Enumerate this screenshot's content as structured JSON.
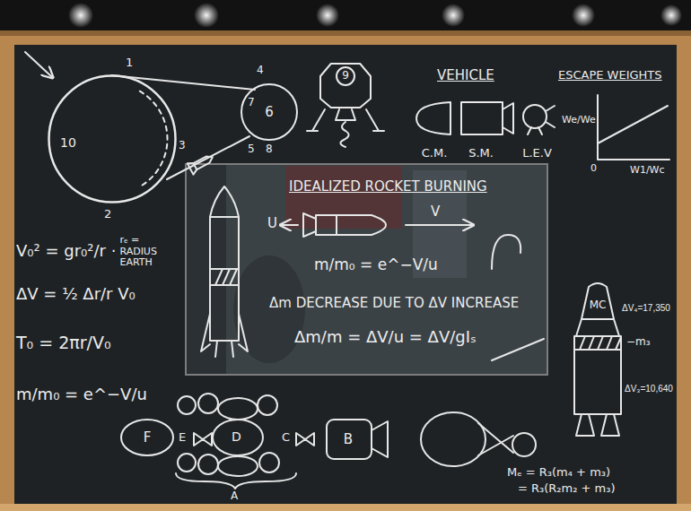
{
  "diagram": {
    "nodes": [
      {
        "text": [
          "10"
        ]
      },
      {
        "text": [
          "6"
        ]
      },
      {
        "text": [
          "9"
        ]
      },
      {
        "text": [
          "C.M."
        ]
      },
      {
        "text": [
          "S.M."
        ]
      },
      {
        "text": [
          "L.E.V"
        ]
      },
      {
        "text": [
          "MC"
        ]
      },
      {
        "text": [
          "F"
        ]
      },
      {
        "text": [
          "B"
        ]
      }
    ],
    "labels": [
      "1",
      "2",
      "3",
      "4",
      "7",
      "5",
      "8",
      "VEHICLE",
      "ESCAPE WEIGHTS",
      "We/We",
      "0",
      "W1/Wc",
      "IDEALIZED ROCKET BURNING",
      "U",
      "V",
      "m/m₀ = e^−V/u",
      "Δm DECREASE DUE TO ΔV INCREASE",
      "Δm/m = ΔV/u = ΔV/gIₛ",
      "V₀² = gr₀²/r ·",
      "rₑ = RADIUS EARTH",
      "ΔV = ½ Δr/r V₀",
      "T₀ = 2πr/V₀",
      "m/m₀ = e^−V/u",
      "ΔV₄=17,350",
      "−m₃",
      "ΔV₃=10,640",
      "E",
      "D",
      "C",
      "A",
      "Mₑ = R₃(m₄ + m₃)",
      "= R₃(R₂m₂ + m₃)"
    ]
  }
}
